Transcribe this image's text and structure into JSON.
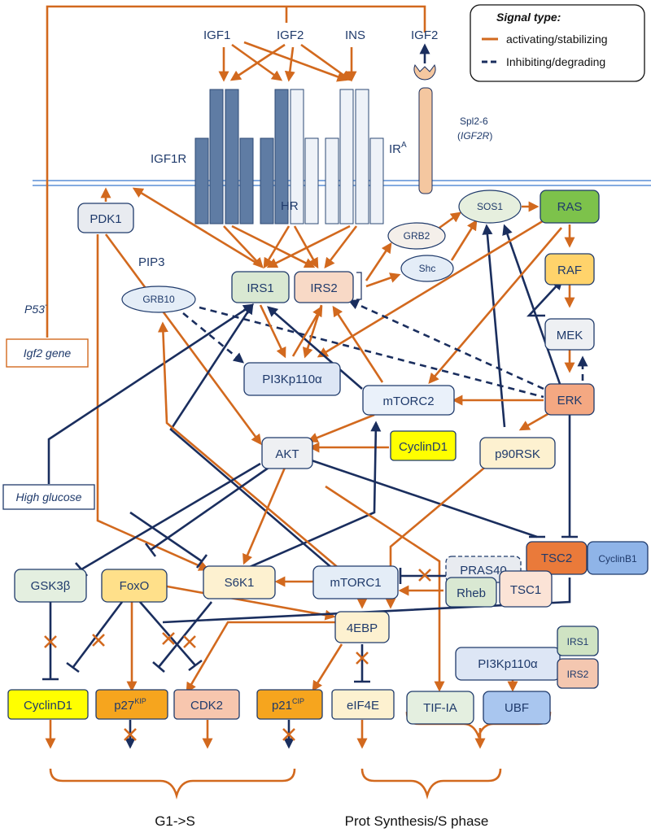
{
  "legend": {
    "title": "Signal type:",
    "activating": "activating/stabilizing",
    "inhibiting": "Inhibiting/degrading"
  },
  "ligands": {
    "igf1": "IGF1",
    "igf2": "IGF2",
    "ins": "INS",
    "igf2_right": "IGF2"
  },
  "receptors": {
    "igf1r": "IGF1R",
    "hr": "HR",
    "ir_base": "IR",
    "ir_sup": "A",
    "spl_line1": "Spl2-6",
    "spl_line2": "IGF2R"
  },
  "nodes": {
    "pdk1": "PDK1",
    "pip3": "PIP3",
    "irs1": "IRS1",
    "irs2": "IRS2",
    "grb2": "GRB2",
    "shc": "Shc",
    "sos1": "SOS1",
    "ras": "RAS",
    "raf": "RAF",
    "mek": "MEK",
    "erk": "ERK",
    "grb10": "GRB10",
    "pi3k": "PI3Kp110α",
    "mtorc2": "mTORC2",
    "akt": "AKT",
    "cyclind1_mid": "CyclinD1",
    "p90rsk": "p90RSK",
    "high_glucose": "High glucose",
    "tsc2": "TSC2",
    "cyclinb1": "CyclinB1",
    "gsk3b": "GSK3β",
    "foxo": "FoxO",
    "s6k1": "S6K1",
    "mtorc1": "mTORC1",
    "pras40": "PRAS40",
    "rheb": "Rheb",
    "tsc1": "TSC1",
    "fourebp": "4EBP",
    "pi3k_bottom": "PI3Kp110α",
    "irs1_small": "IRS1",
    "irs2_small": "IRS2",
    "cyclind1_bot": "CyclinD1",
    "p27_base": "p27",
    "p27_sup": "KIP",
    "cdk2": "CDK2",
    "p21_base": "p21",
    "p21_sup": "CIP",
    "eif4e": "eIF4E",
    "tifia": "TIF-IA",
    "ubf": "UBF",
    "p53": "P53",
    "p53_sup": "-",
    "igf2gene": "Igf2 gene"
  },
  "outcomes": {
    "g1s": "G1->S",
    "prot": "Prot Synthesis/S phase"
  },
  "colors": {
    "activating": "#d2691e",
    "inhibiting": "#1a2e5e",
    "receptor_dark": "#5f7ca4",
    "receptor_light": "#eef2f8",
    "igf2r": "#f4c7a0",
    "membrane": "#5b8fd6"
  }
}
